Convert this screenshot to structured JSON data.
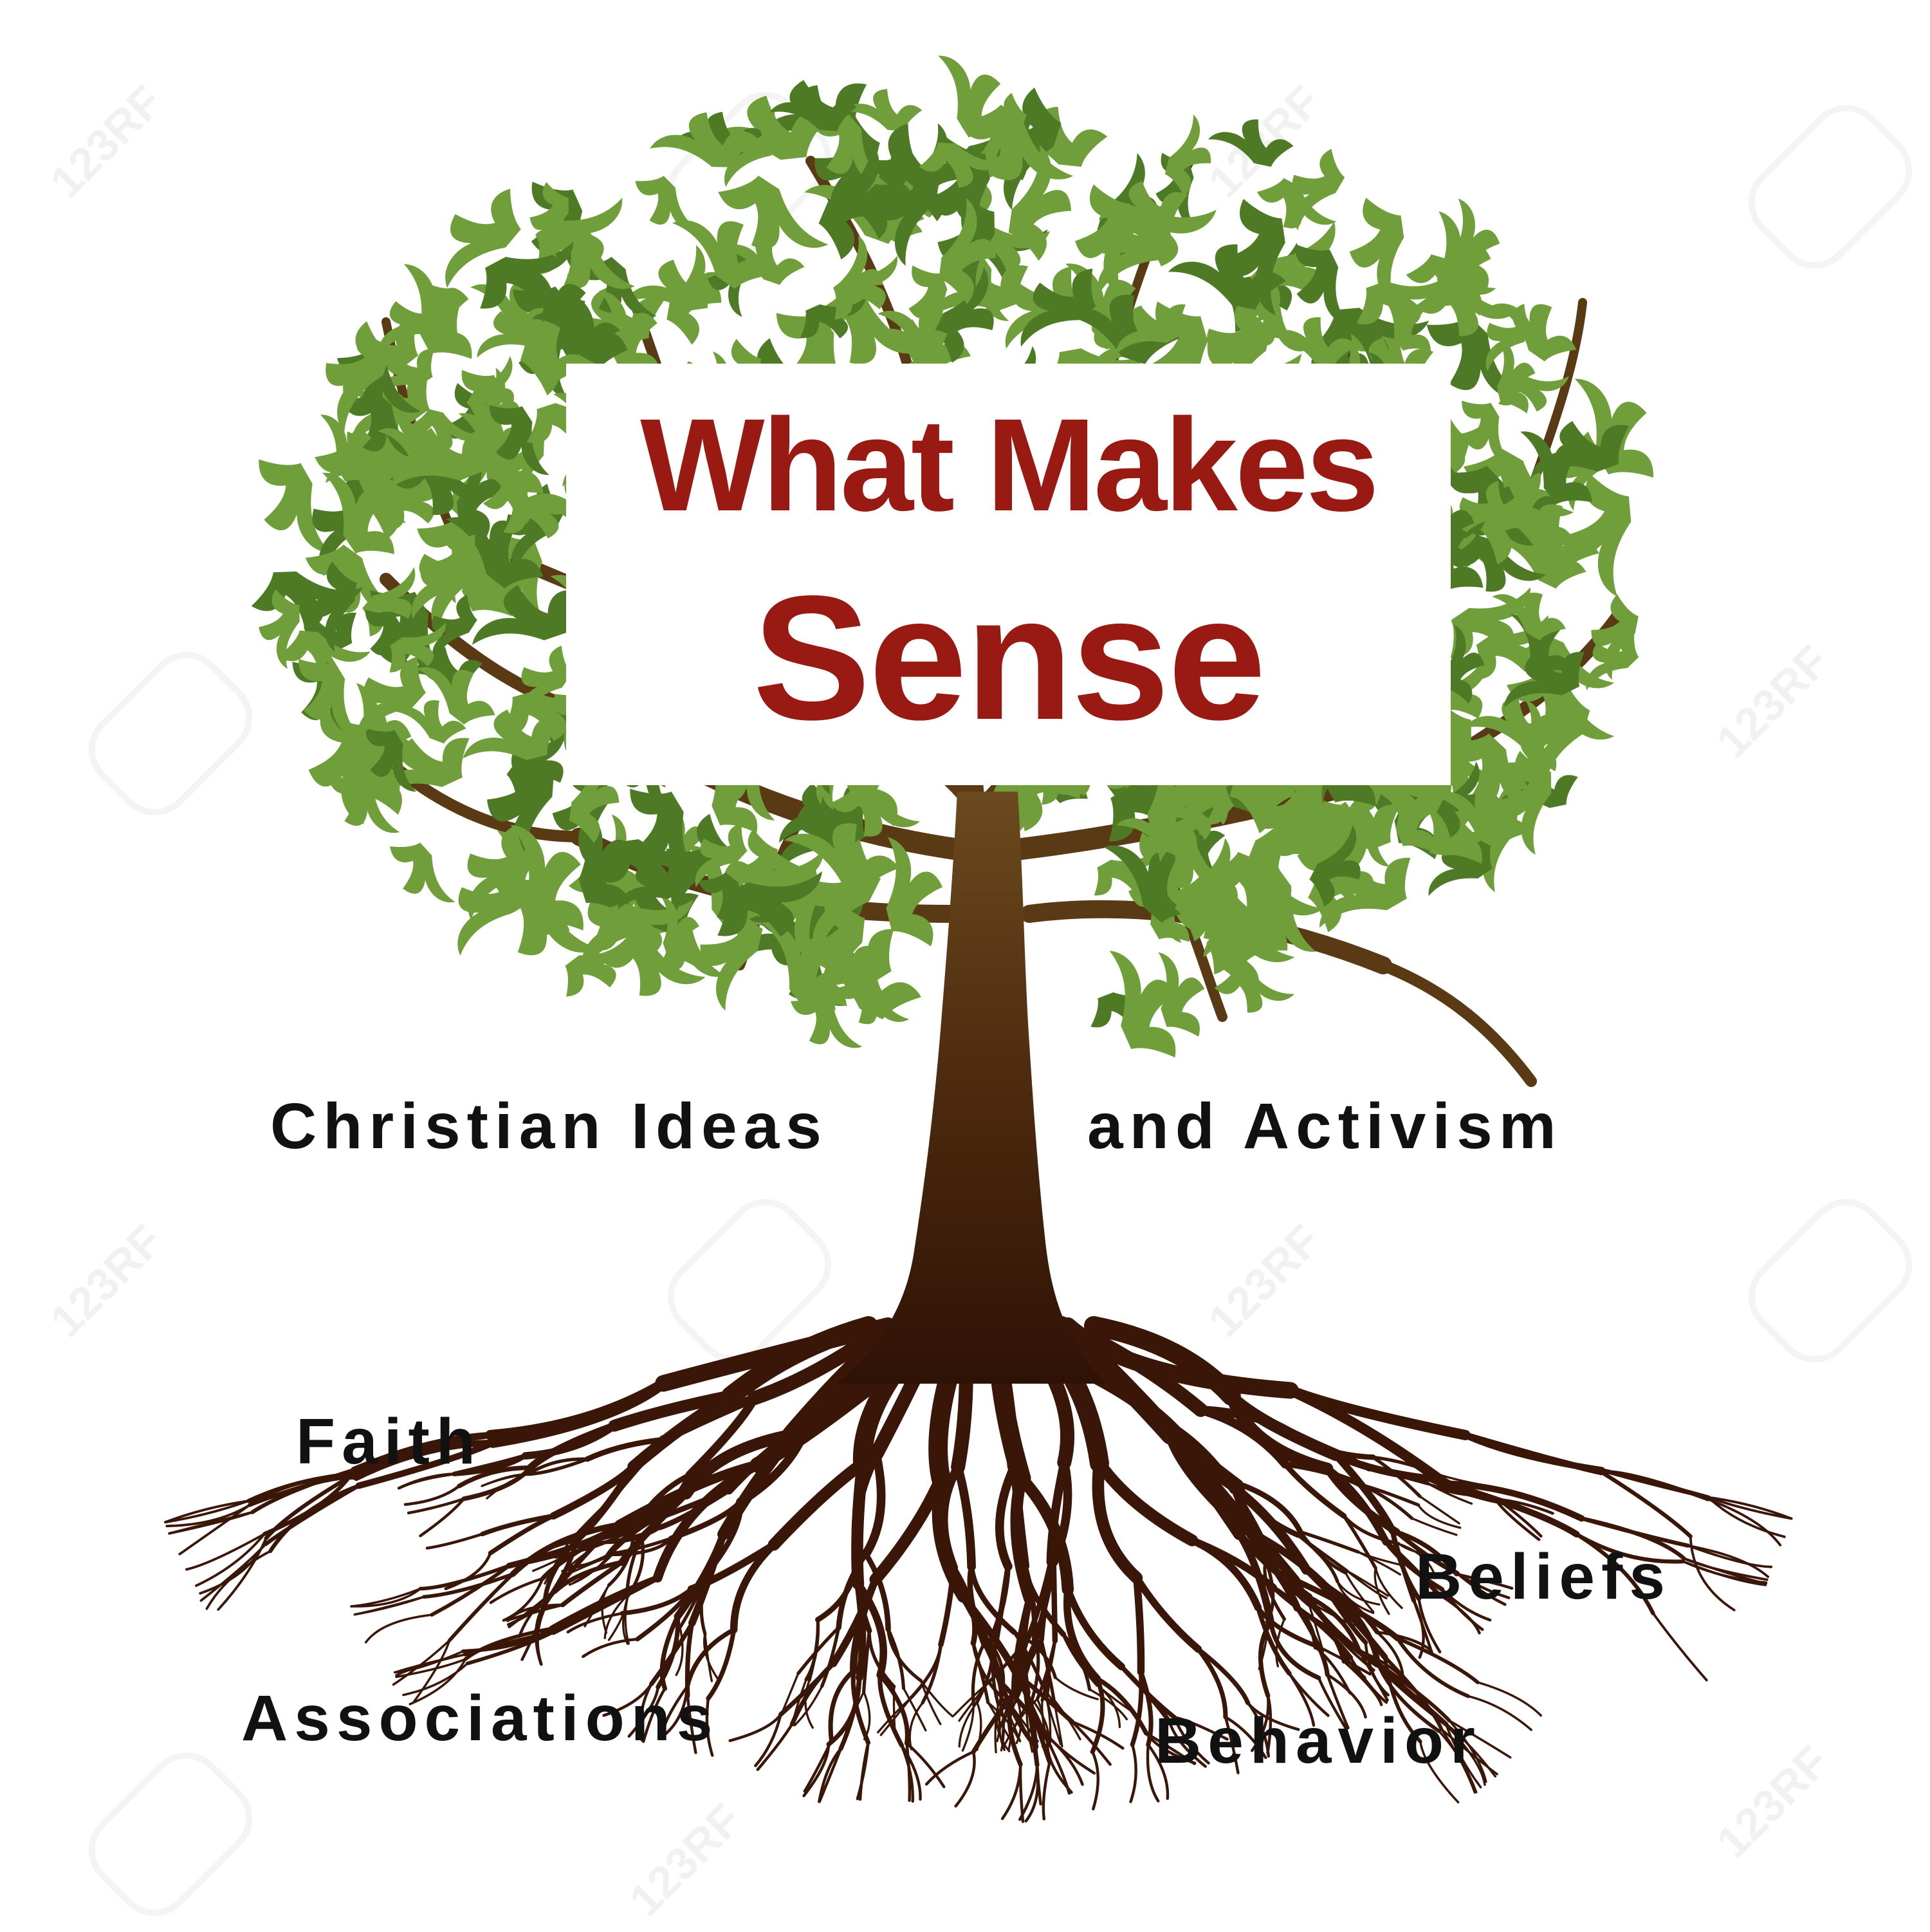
{
  "title": {
    "line1": "What Makes",
    "line2": "Sense"
  },
  "trunk_labels": {
    "left": "Christian Ideas",
    "right": "and Activism"
  },
  "root_labels": {
    "faith": "Faith",
    "beliefs": "Beliefs",
    "associations": "Associations",
    "behavior": "Behavior"
  },
  "watermark": {
    "text": "123RF"
  },
  "colors": {
    "title_red": "#991a12",
    "leaf_green": "#6f9e3a",
    "leaf_dark": "#4e7a25",
    "trunk_brown": "#5a3210",
    "root_brown": "#3a1608",
    "label_black": "#111111"
  }
}
